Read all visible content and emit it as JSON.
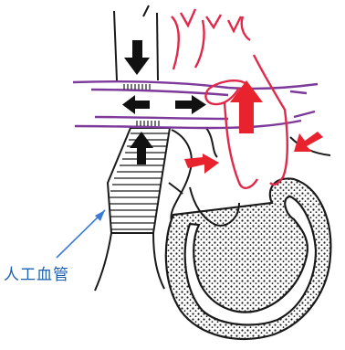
{
  "diagram": {
    "label": "人工血管",
    "colors": {
      "outline": "#1a1a1a",
      "blue_vessel": "#7d3a9a",
      "red_vessel": "#e0294a",
      "red_arrow": "#e8232e",
      "label_text": "#1d62b0",
      "pointer_line": "#3a7bd5",
      "dot_fill": "#1a1a1a"
    },
    "arrows": {
      "black": [
        "down",
        "left",
        "right",
        "up"
      ],
      "red": [
        "up",
        "left",
        "right"
      ]
    }
  }
}
